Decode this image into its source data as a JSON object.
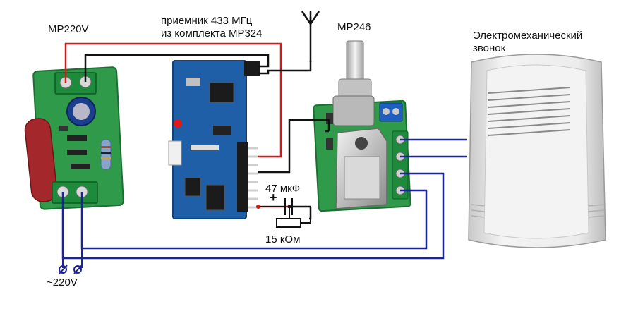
{
  "labels": {
    "psu_module": "MP220V",
    "receiver_line1": "приемник 433 МГц",
    "receiver_line2": "из комплекта MP324",
    "relay_module": "MP246",
    "bell_line1": "Электромеханический",
    "bell_line2": "звонок",
    "capacitor": "47 мкФ",
    "capacitor_polarity": "+",
    "resistor": "15 кОм",
    "mains": "~220V"
  },
  "colors": {
    "wire_red": "#d31a1a",
    "wire_black": "#111111",
    "wire_blue": "#1a22a0",
    "pcb_green": "#2f9a4a",
    "pcb_blue": "#1f5fa8",
    "terminal_green": "#1e8a3c",
    "terminal_blue": "#1e5fc0",
    "bell_body": "#ededed"
  }
}
